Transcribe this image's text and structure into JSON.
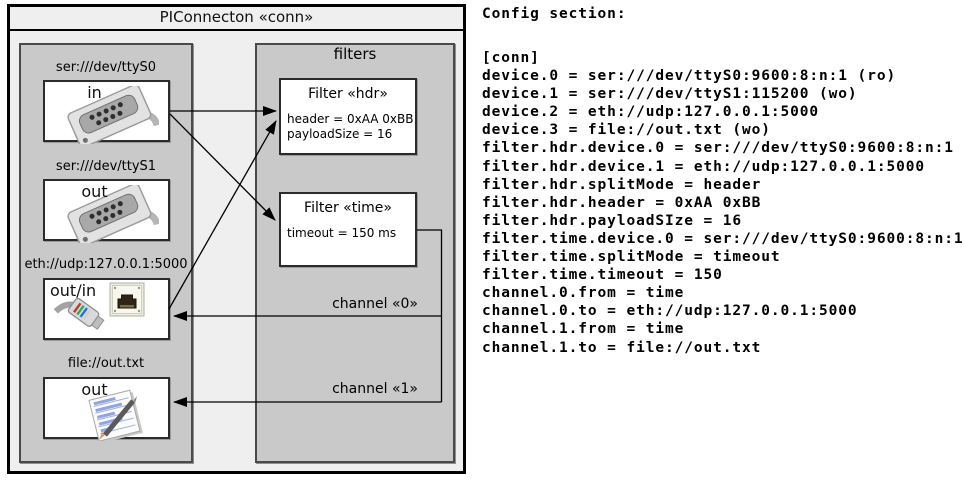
{
  "diagram": {
    "title": "PIConnecton «conn»",
    "filters_title": "filters",
    "devices": [
      {
        "label": "ser:///dev/ttyS0",
        "direction": "in",
        "icon": "serial-connector-icon"
      },
      {
        "label": "ser:///dev/ttyS1",
        "direction": "out",
        "icon": "serial-connector-icon"
      },
      {
        "label": "eth://udp:127.0.0.1:5000",
        "direction": "out/in",
        "icon": "ethernet-icon"
      },
      {
        "label": "file://out.txt",
        "direction": "out",
        "icon": "notepad-icon"
      }
    ],
    "filters": [
      {
        "title": "Filter «hdr»",
        "properties": [
          "header = 0xAA 0xBB",
          "payloadSize = 16"
        ]
      },
      {
        "title": "Filter «time»",
        "properties": [
          "timeout = 150 ms"
        ]
      }
    ],
    "channels": [
      {
        "label": "channel «0»"
      },
      {
        "label": "channel «1»"
      }
    ]
  },
  "config": {
    "heading": "Config section:",
    "lines": [
      "[conn]",
      "device.0 = ser:///dev/ttyS0:9600:8:n:1 (ro)",
      "device.1 = ser:///dev/ttyS1:115200 (wo)",
      "device.2 = eth://udp:127.0.0.1:5000",
      "device.3 = file://out.txt (wo)",
      "filter.hdr.device.0 = ser:///dev/ttyS0:9600:8:n:1",
      "filter.hdr.device.1 = eth://udp:127.0.0.1:5000",
      "filter.hdr.splitMode = header",
      "filter.hdr.header = 0xAA 0xBB",
      "filter.hdr.payloadSIze = 16",
      "filter.time.device.0 = ser:///dev/ttyS0:9600:8:n:1",
      "filter.time.splitMode = timeout",
      "filter.time.timeout = 150",
      "channel.0.from = time",
      "channel.0.to = eth://udp:127.0.0.1:5000",
      "channel.1.from = time",
      "channel.1.to = file://out.txt"
    ]
  },
  "colors": {
    "outer_fill": "#efefef",
    "panel_fill": "#c9c9c9",
    "box_fill": "#ffffff",
    "line": "#000000"
  }
}
